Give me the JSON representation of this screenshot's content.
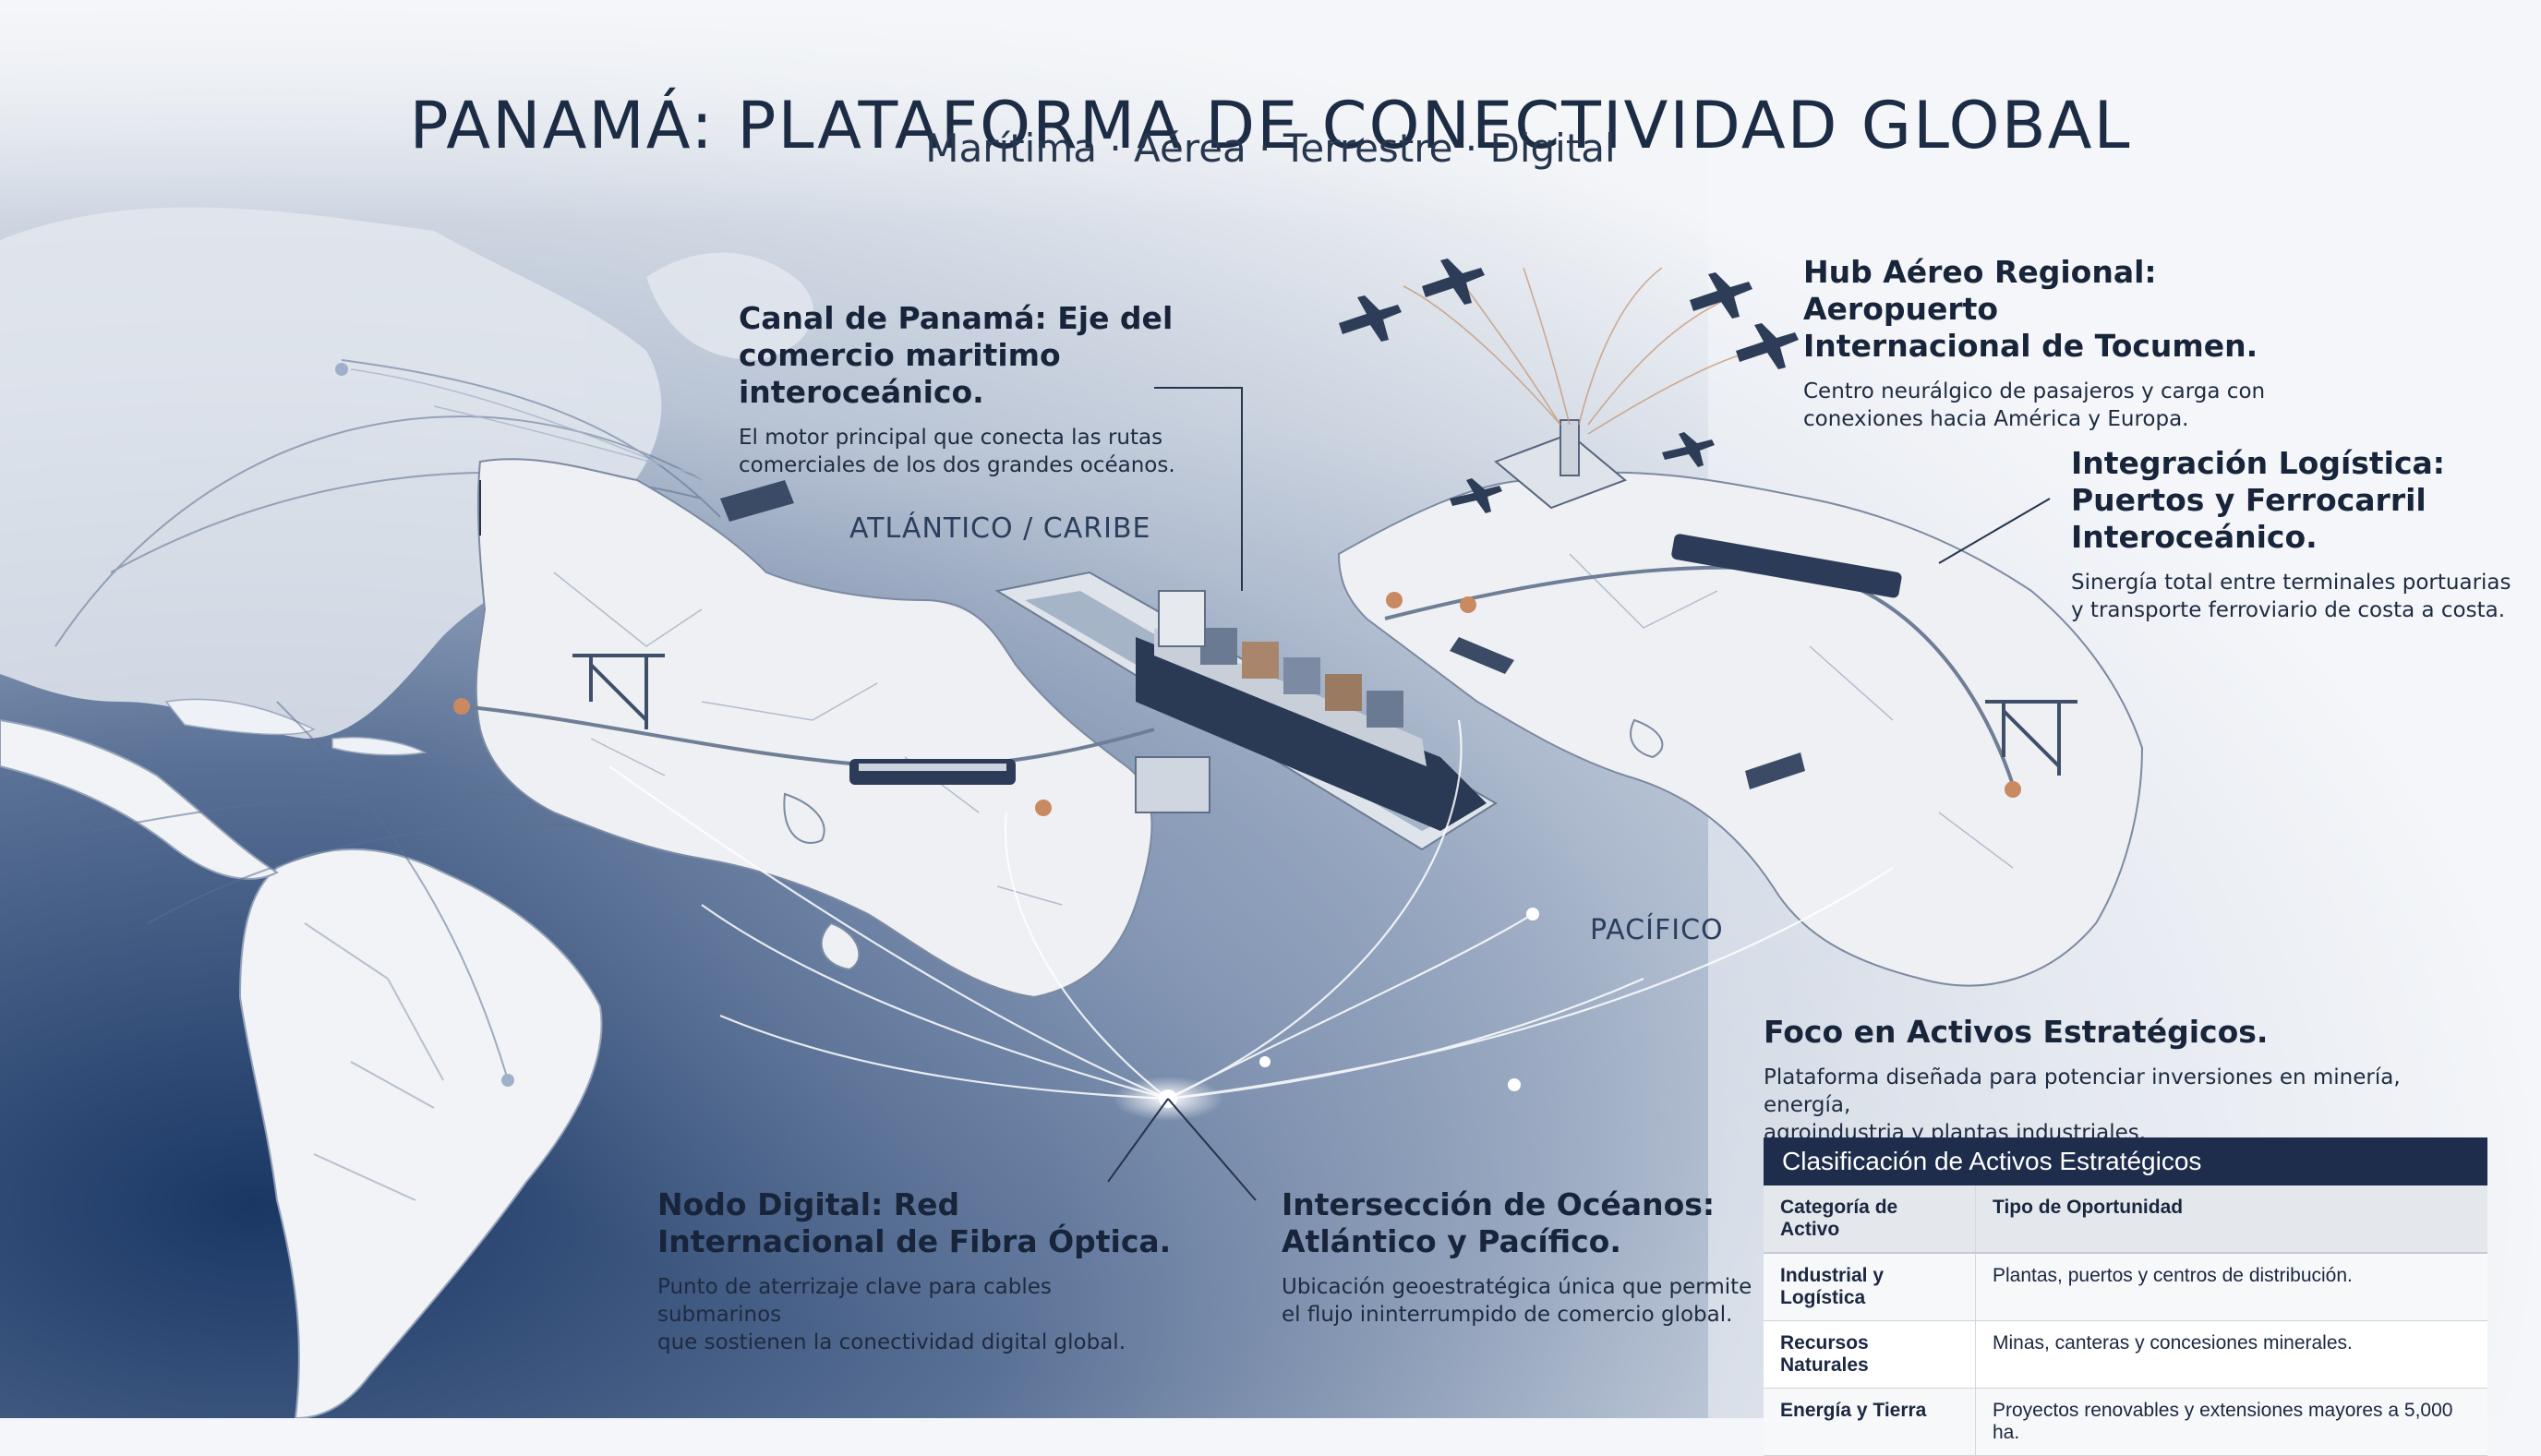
{
  "header": {
    "title": "PANAMÁ: PLATAFORMA DE CONECTIVIDAD GLOBAL",
    "subtitle": "Marítima · Aérea · Terrestre · Digital"
  },
  "ocean_labels": {
    "atlantic": "ATLÁNTICO / CARIBE",
    "pacific": "PACÍFICO"
  },
  "callouts": {
    "canal": {
      "title": "Canal de Panamá: Eje del\ncomercio maritimo interoceánico.",
      "body": "El motor principal que conecta las rutas\ncomerciales de los dos grandes océanos."
    },
    "air_hub": {
      "title": "Hub Aéreo Regional: Aeropuerto\nInternacional de Tocumen.",
      "body": "Centro neurálgico de pasajeros y carga con\nconexiones hacia América y Europa."
    },
    "logistics": {
      "title": "Integración Logística:\nPuertos y Ferrocarril\nInteroceánico.",
      "body": "Sinergía total entre terminales portuarias\ny transporte ferroviario de costa a costa."
    },
    "strategic": {
      "title": "Foco en Activos Estratégicos.",
      "body": "Plataforma diseñada para potenciar inversiones en minería, energía,\nagroindustria y plantas industriales."
    },
    "digital": {
      "title": "Nodo Digital: Red\nInternacional de Fibra Óptica.",
      "body": "Punto de aterrizaje clave para cables submarinos\nque sostienen la conectividad digital global."
    },
    "oceans": {
      "title": "Intersección de Océanos:\nAtlántico y Pacífico.",
      "body": "Ubicación geoestratégica única que permite\nel flujo ininterrumpido de comercio global."
    }
  },
  "asset_table": {
    "title": "Clasificación de Activos Estratégicos",
    "headers": [
      "Categoría de Activo",
      "Tipo de Oportunidad"
    ],
    "rows": [
      [
        "Industrial y Logística",
        "Plantas, puertos y centros de distribución."
      ],
      [
        "Recursos Naturales",
        "Minas, canteras y concesiones minerales."
      ],
      [
        "Energía y Tierra",
        "Proyectos renovables y extensiones mayores a 5,000 ha."
      ]
    ]
  },
  "colors": {
    "navy": "#1d2d4b",
    "land": "#eef0f4",
    "accent_dot": "#c98a62",
    "ocean_dark": "#1f3a66"
  },
  "icons": [
    "container-ship-icon",
    "airplane-icon",
    "train-icon",
    "crane-icon",
    "airport-terminal-icon",
    "canal-lock-icon"
  ]
}
